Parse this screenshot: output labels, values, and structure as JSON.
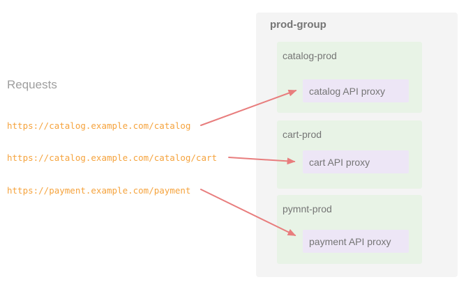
{
  "requests": {
    "title": "Requests",
    "urls": [
      "https://catalog.example.com/catalog",
      "https://catalog.example.com/catalog/cart",
      "https://payment.example.com/payment"
    ]
  },
  "group": {
    "title": "prod-group",
    "environments": [
      {
        "name": "catalog-prod",
        "proxy": "catalog API proxy"
      },
      {
        "name": "cart-prod",
        "proxy": "cart API proxy"
      },
      {
        "name": "pymnt-prod",
        "proxy": "payment API proxy"
      }
    ]
  },
  "colors": {
    "url_text": "#f5a33d",
    "arrow": "#e87d7d",
    "group_bg": "#f4f4f4",
    "environment_bg": "#e8f3e6",
    "proxy_bg": "#ede6f6",
    "label_text": "#757575",
    "title_text": "#9e9e9e"
  }
}
